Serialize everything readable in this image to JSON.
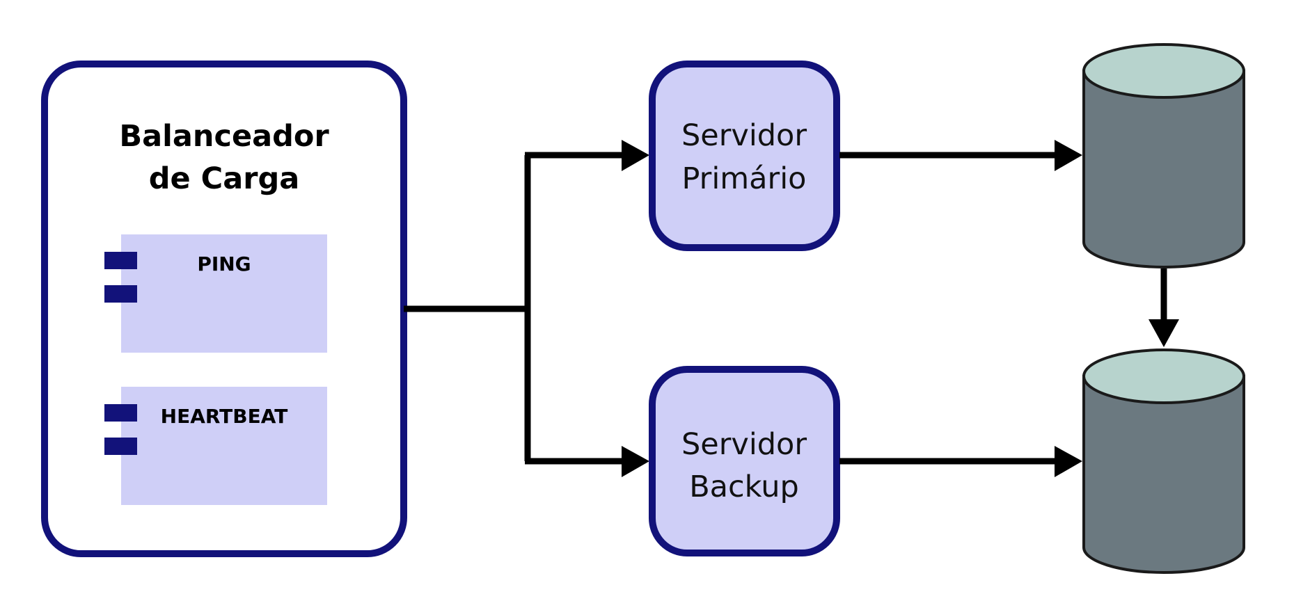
{
  "colors": {
    "border_navy": "#12127a",
    "component_fill": "#cfcff7",
    "port_fill": "#12127a",
    "server_fill": "#cfcff7",
    "db_body": "#6b7980",
    "db_top": "#b7d3cd",
    "db_stroke": "#1a1a1a",
    "connector": "#000000",
    "background": "#ffffff"
  },
  "load_balancer": {
    "title_line1": "Balanceador",
    "title_line2": "de Carga",
    "components": [
      {
        "label": "PING"
      },
      {
        "label": "HEARTBEAT"
      }
    ]
  },
  "servers": {
    "primary": {
      "line1": "Servidor",
      "line2": "Primário"
    },
    "backup": {
      "line1": "Servidor",
      "line2": "Backup"
    }
  },
  "databases": [
    {
      "icon": "database-icon"
    },
    {
      "icon": "database-icon"
    }
  ]
}
